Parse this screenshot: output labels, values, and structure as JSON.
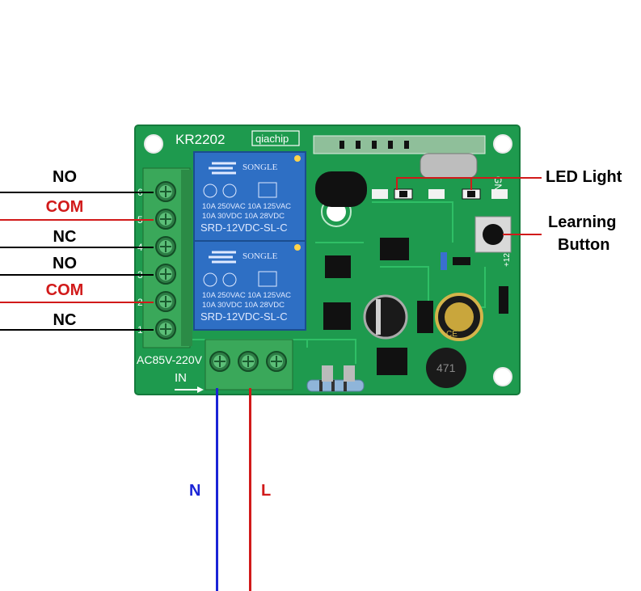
{
  "board": {
    "model": "KR2202",
    "brand": "qiachip",
    "input_label": "AC85V-220V",
    "in_label": "IN",
    "gnd_label": "GND",
    "plus12_label": "+12",
    "pcb_color": "#1e9a4e"
  },
  "relays": [
    {
      "brand": "SONGLE",
      "spec1": "10A 250VAC  10A 125VAC",
      "spec2": "10A 30VDC  10A 28VDC",
      "model": "SRD-12VDC-SL-C"
    },
    {
      "brand": "SONGLE",
      "spec1": "10A 250VAC  10A 125VAC",
      "spec2": "10A 30VDC  10A 28VDC",
      "model": "SRD-12VDC-SL-C"
    }
  ],
  "terminal_numbers": [
    "6",
    "5",
    "4",
    "3",
    "2",
    "1"
  ],
  "output_labels": [
    {
      "text": "NO",
      "color": "#000000"
    },
    {
      "text": "COM",
      "color": "#d11a1a"
    },
    {
      "text": "NC",
      "color": "#000000"
    },
    {
      "text": "NO",
      "color": "#000000"
    },
    {
      "text": "COM",
      "color": "#d11a1a"
    },
    {
      "text": "NC",
      "color": "#000000"
    }
  ],
  "callouts": {
    "led": "LED Light",
    "learn_line1": "Learning",
    "learn_line2": "Button"
  },
  "input_wires": {
    "n_label": "N",
    "n_color": "#1a24d6",
    "l_label": "L",
    "l_color": "#d11a1a"
  },
  "components": {
    "inductor": "471",
    "cap_marking": "CE"
  }
}
